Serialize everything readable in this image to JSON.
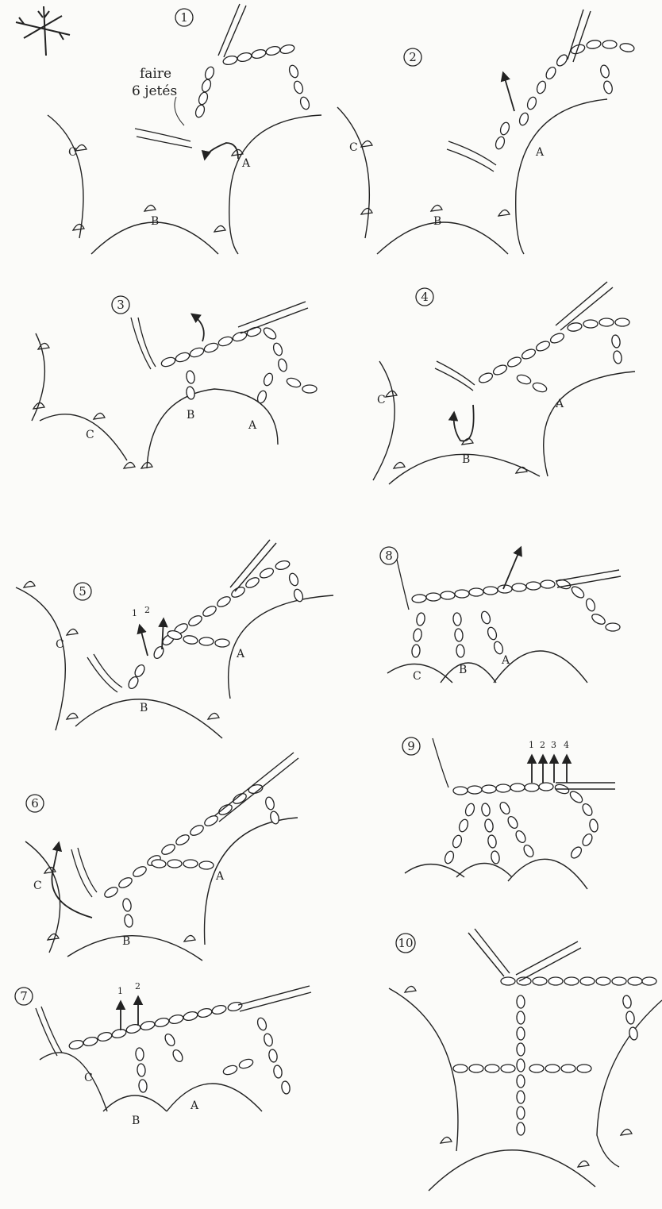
{
  "instruction": {
    "line1": "faire",
    "line2": "6 jetés"
  },
  "point_labels": {
    "a": "A",
    "b": "B",
    "c": "C"
  },
  "steps": [
    {
      "number": "1"
    },
    {
      "number": "2"
    },
    {
      "number": "3"
    },
    {
      "number": "4"
    },
    {
      "number": "5",
      "arrows": [
        "1",
        "2"
      ]
    },
    {
      "number": "6"
    },
    {
      "number": "7",
      "arrows": [
        "1",
        "2"
      ]
    },
    {
      "number": "8"
    },
    {
      "number": "9",
      "arrows": [
        "1",
        "2",
        "3",
        "4"
      ]
    },
    {
      "number": "10"
    }
  ]
}
